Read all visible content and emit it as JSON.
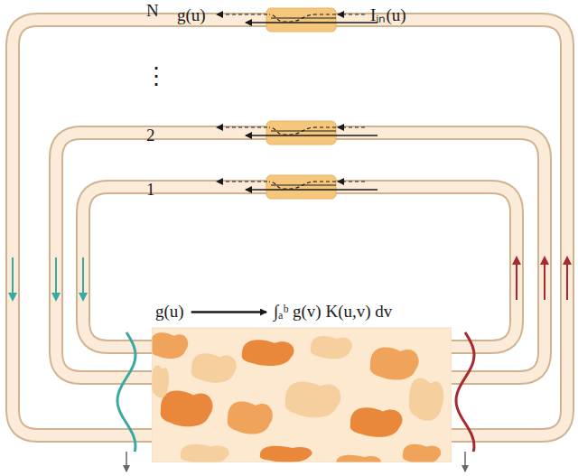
{
  "diagram": {
    "nodes": [
      {
        "text": [
          "g(u)",
          "∫ₐᵇ g(v) K(u,v) dv"
        ]
      }
    ],
    "labels": [
      "N",
      "g(u)",
      "Iᵢₙ(u)",
      "⋮",
      "2",
      "1"
    ]
  }
}
